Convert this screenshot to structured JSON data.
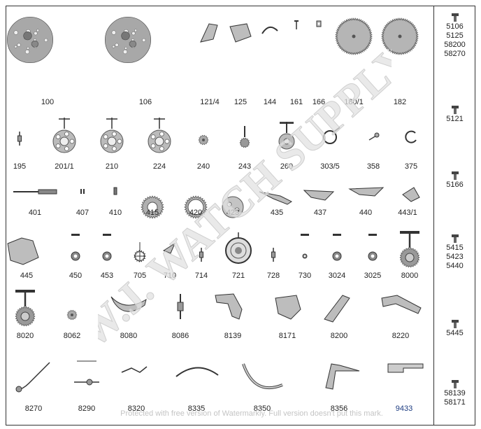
{
  "parts": [
    {
      "label": "100",
      "kind": "plate"
    },
    {
      "label": "106",
      "kind": "plate"
    },
    {
      "label": "121/4",
      "kind": "bracket"
    },
    {
      "label": "125",
      "kind": "bridge"
    },
    {
      "label": "144",
      "kind": "spring"
    },
    {
      "label": "161",
      "kind": "pin"
    },
    {
      "label": "166",
      "kind": "jewel"
    },
    {
      "label": "180/1",
      "kind": "big-gear"
    },
    {
      "label": "182",
      "kind": "big-gear"
    },
    {
      "label": "195",
      "kind": "pivot"
    },
    {
      "label": "201/1",
      "kind": "wheel-arbor"
    },
    {
      "label": "210",
      "kind": "wheel-arbor"
    },
    {
      "label": "224",
      "kind": "wheel-arbor"
    },
    {
      "label": "240",
      "kind": "small-gear"
    },
    {
      "label": "243",
      "kind": "pinion-gear"
    },
    {
      "label": "260",
      "kind": "pinion-wheel"
    },
    {
      "label": "303/5",
      "kind": "clip"
    },
    {
      "label": "358",
      "kind": "tiny-screw"
    },
    {
      "label": "375",
      "kind": "ring"
    },
    {
      "label": "401",
      "kind": "stem"
    },
    {
      "label": "407",
      "kind": "sleeve"
    },
    {
      "label": "410",
      "kind": "clutch"
    },
    {
      "label": "415",
      "kind": "crown-wheel"
    },
    {
      "label": "420",
      "kind": "ring-gear"
    },
    {
      "label": "423",
      "kind": "ratchet"
    },
    {
      "label": "435",
      "kind": "lever"
    },
    {
      "label": "437",
      "kind": "setting-lever"
    },
    {
      "label": "440",
      "kind": "yoke"
    },
    {
      "label": "443/1",
      "kind": "spring-bracket"
    },
    {
      "label": "445",
      "kind": "bridge-spring"
    },
    {
      "label": "450",
      "kind": "small-wheel"
    },
    {
      "label": "453",
      "kind": "small-wheel"
    },
    {
      "label": "705",
      "kind": "escape-wheel"
    },
    {
      "label": "710",
      "kind": "pallet-fork"
    },
    {
      "label": "714",
      "kind": "pivot"
    },
    {
      "label": "721",
      "kind": "balance"
    },
    {
      "label": "728",
      "kind": "pivot"
    },
    {
      "label": "730",
      "kind": "tiny-wheel"
    },
    {
      "label": "3024",
      "kind": "small-wheel"
    },
    {
      "label": "3025",
      "kind": "small-wheel"
    },
    {
      "label": "8000",
      "kind": "rotor-wheel"
    },
    {
      "label": "8020",
      "kind": "rotor-wheel"
    },
    {
      "label": "8062",
      "kind": "small-gear"
    },
    {
      "label": "8080",
      "kind": "curved-lever"
    },
    {
      "label": "8086",
      "kind": "axle"
    },
    {
      "label": "8139",
      "kind": "bridge-arm"
    },
    {
      "label": "8171",
      "kind": "cam-plate"
    },
    {
      "label": "8200",
      "kind": "click-lever"
    },
    {
      "label": "8220",
      "kind": "long-lever"
    },
    {
      "label": "8270",
      "kind": "wire-spring"
    },
    {
      "label": "8290",
      "kind": "bar-axle"
    },
    {
      "label": "8320",
      "kind": "bent-spring"
    },
    {
      "label": "8335",
      "kind": "arc-spring"
    },
    {
      "label": "8350",
      "kind": "arc-band"
    },
    {
      "label": "8356",
      "kind": "arm-spring"
    },
    {
      "label": "9433",
      "kind": "bracket-flat",
      "highlight": true
    }
  ],
  "side_screws": [
    {
      "labels": [
        "5106",
        "5125",
        "58200",
        "58270"
      ]
    },
    {
      "labels": [
        "5121"
      ]
    },
    {
      "labels": [
        "5166"
      ]
    },
    {
      "labels": [
        "5415",
        "5423",
        "5440"
      ]
    },
    {
      "labels": [
        "5445"
      ]
    },
    {
      "labels": [
        "58139",
        "58171"
      ]
    }
  ],
  "watermark_text": "W.J. WATCH SUPPLY",
  "footer_note": "Protected with free version of Watermarkly. Full version doesn't put this mark.",
  "colors": {
    "ink": "#222222",
    "metal": "#9a9a9a",
    "metal_dark": "#555555",
    "highlight_label": "#1c3b80"
  }
}
